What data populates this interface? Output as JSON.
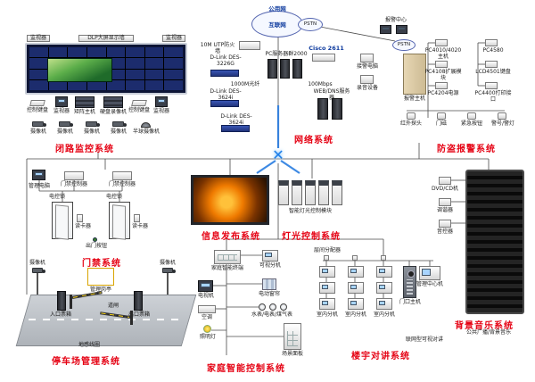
{
  "icons": {
    "switch_x": "✕"
  },
  "cloud": {
    "top": "公用网",
    "inner": "互联网",
    "pstn": "PSTN"
  },
  "cctv": {
    "title": "闭路监控系统",
    "wall": "DLP大屏显示墙",
    "monitor": "监视器",
    "keyboard": "控制键盘",
    "matrix": "矩阵主机",
    "dvr": "硬盘录像机",
    "camera": "摄像机",
    "dome": "半球摄像机"
  },
  "network": {
    "title": "网络系统",
    "uplink": "10M UTP防火墙",
    "router": "Cisco 2611",
    "sw1": "D-Link DES-3226G",
    "sw2": "D-Link DES-3624i",
    "sw3": "D-Link DES-3624i",
    "servers": "PC服务器群2000",
    "web": "WEB/DNS服务器",
    "f1000": "1000M光纤",
    "f100": "100Mbps"
  },
  "alarm": {
    "title": "防盗报警系统",
    "center": "报警中心",
    "pstn": "PSTN",
    "cabinet": "报警主机",
    "pc": "接警电脑",
    "rec": "录音设备",
    "a1": "PC4010/4020主机",
    "a2": "PC4108扩展模块",
    "a3": "PC4204电源",
    "b1": "PC4580",
    "b2": "LCD4501键盘",
    "b3": "PC4400打印接口",
    "s1": "红外探头",
    "s2": "门磁",
    "s3": "紧急按钮",
    "s4": "警号/警灯"
  },
  "access": {
    "title": "门禁系统",
    "pc": "管理电脑",
    "controller": "门禁控制器",
    "reader": "读卡器",
    "lock": "电控锁",
    "button": "出门按钮"
  },
  "info": {
    "title": "信息发布系统"
  },
  "lighting": {
    "title": "灯光控制系统",
    "modules": "智能灯光控制模块"
  },
  "music": {
    "title": "背景音乐系统",
    "d1": "DVD/CD机",
    "d2": "调谐器",
    "d3": "音控器",
    "caption": "公共广播/背景音乐"
  },
  "parking": {
    "title": "停车场管理系统",
    "inbox": "入口票箱",
    "outbox": "出口票箱",
    "gate": "道闸",
    "loop": "地感线圈",
    "camera": "摄像机",
    "booth": "管理岗亭"
  },
  "home": {
    "title": "家庭智能控制系统",
    "terminal": "家庭智能终端",
    "tv": "电视机",
    "ac": "空调",
    "lamp": "照明灯",
    "door": "可视分机",
    "curtain": "电动窗帘",
    "meters": "水表/电表/煤气表",
    "panel": "场景面板"
  },
  "intercom": {
    "title": "楼宇对讲系统",
    "indoor": "室内分机",
    "dist": "层间分配器",
    "door": "门口主机",
    "mgr": "管理中心机",
    "caption": "联网型可视对讲"
  }
}
